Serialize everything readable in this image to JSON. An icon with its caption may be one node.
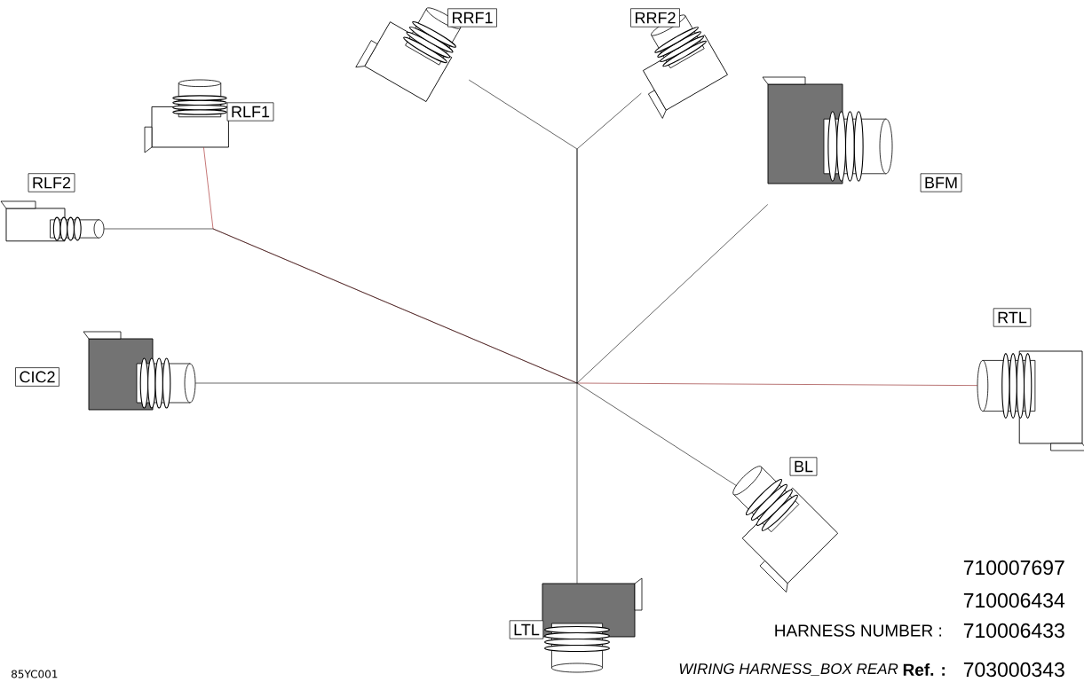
{
  "diagram": {
    "nodes": [
      {
        "text": [],
        "shape": "picture",
        "beside": [
          "RLF2"
        ]
      },
      {
        "text": [],
        "shape": "picture",
        "beside": [
          "CIC2"
        ]
      },
      {
        "text": [],
        "shape": "picture",
        "beside": [
          "RLF1"
        ]
      },
      {
        "text": [],
        "shape": "picture",
        "beside": [
          "RRF1"
        ]
      },
      {
        "text": [],
        "shape": "picture",
        "beside": [
          "LTL"
        ]
      },
      {
        "text": [],
        "shape": "picture",
        "beside": [
          "RRF2"
        ]
      },
      {
        "text": [],
        "shape": "picture",
        "beside": [
          "BL"
        ]
      },
      {
        "text": [],
        "shape": "picture",
        "beside": [
          "BFM"
        ]
      },
      {
        "text": [],
        "shape": "picture",
        "beside": [
          "RTL"
        ]
      }
    ],
    "edges": [
      {
        "from": 0,
        "to": null,
        "arrow": "none"
      },
      {
        "from": 1,
        "to": null,
        "arrow": "none"
      },
      {
        "from": 2,
        "to": null,
        "arrow": "none",
        "color": "#a01c1c"
      },
      {
        "from": 3,
        "to": null,
        "arrow": "none"
      },
      {
        "from": 4,
        "to": null,
        "arrow": "none"
      },
      {
        "from": 5,
        "to": null,
        "arrow": "none"
      },
      {
        "from": 6,
        "to": null,
        "arrow": "none"
      },
      {
        "from": 7,
        "to": null,
        "arrow": "none"
      },
      {
        "from": 8,
        "to": null,
        "arrow": "none",
        "color": "#8b1a1a"
      }
    ],
    "labels": [
      "710007697",
      "710006434",
      "HARNESS NUMBER :",
      "710006433",
      "85YC001",
      "WIRING HARNESS_BOX REAR",
      "Ref. :",
      "703000343"
    ]
  }
}
